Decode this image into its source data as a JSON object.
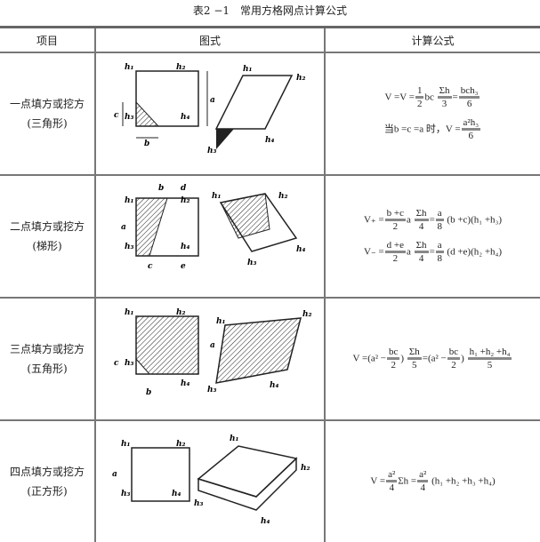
{
  "title": "表2 −1　常用方格网点计算公式",
  "headers": [
    "项目",
    "图式",
    "计算公式"
  ],
  "rows": [
    {
      "name": [
        "一点填方或挖方",
        "(三角形)"
      ],
      "formula": {
        "l1": [
          "V =V =",
          "1",
          "2",
          "bc",
          "Σh",
          "3",
          "=",
          "bch₃",
          "6"
        ],
        "l2": [
          "当b =c =a 时，V =",
          "a²h₃",
          "6"
        ]
      }
    },
    {
      "name": [
        "二点填方或挖方",
        "(梯形)"
      ],
      "formula": {
        "l1": [
          "V₊ =",
          "b +c",
          "2",
          "a",
          "Σh",
          "4",
          "=",
          "a",
          "8",
          "(b +c)(h₁ +h₃)"
        ],
        "l2": [
          "V₋ =",
          "d +e",
          "2",
          "a",
          "Σh",
          "4",
          "=",
          "a",
          "8",
          "(d +e)(h₂ +h₄)"
        ]
      }
    },
    {
      "name": [
        "三点填方或挖方",
        "(五角形)"
      ],
      "formula": {
        "l1": [
          "V =(a² −",
          "bc",
          "2",
          ")",
          "Σh",
          "5",
          "=(a² −",
          "bc",
          "2",
          ")",
          "h₁ +h₂ +h₄",
          "5"
        ]
      }
    },
    {
      "name": [
        "四点填方或挖方",
        "(正方形)"
      ],
      "formula": {
        "l1": [
          "V =",
          "a²",
          "4",
          "Σh =",
          "a²",
          "4",
          "(h₁ +h₂ +h₃ +h₄)"
        ]
      }
    }
  ],
  "labels": {
    "h1": "h₁",
    "h2": "h₂",
    "h3": "h₃",
    "h4": "h₄",
    "a": "a",
    "b": "b",
    "c": "c",
    "d": "d",
    "e": "e"
  }
}
